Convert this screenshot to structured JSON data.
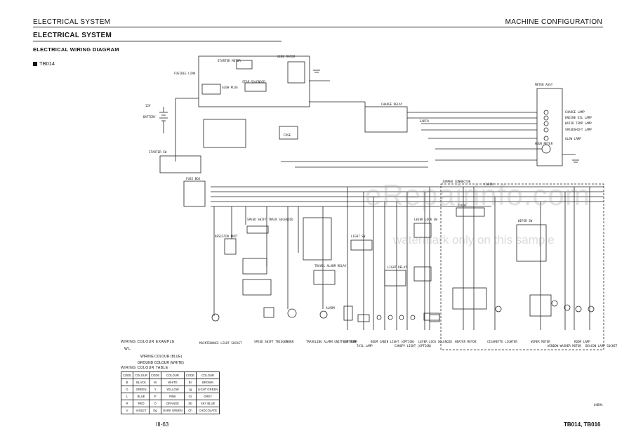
{
  "header": {
    "left": "ELECTRICAL SYSTEM",
    "right": "MACHINE CONFIGURATION"
  },
  "title": "ELECTRICAL SYSTEM",
  "subtitle": "ELECTRICAL WIRING DIAGRAM",
  "model_label": "TB014",
  "footer": {
    "page": "III-63",
    "models": "TB014, TB016"
  },
  "watermark": {
    "main": "eRepairinfo.com",
    "sub": "watermark only on this sample"
  },
  "labels": {
    "starter_motor": "STARTER MOTOR",
    "generator": "GENE RATOR",
    "fusible_link": "FUSIBLE LINK",
    "glow_plug": "GLOW PLUG",
    "stop_solenoid": "STOP SOLENOID",
    "battery": "BATTERY",
    "battery_voltage": "12V",
    "starter_sw": "STARTER SW",
    "fuse_box": "FUSE BOX",
    "charge_relay": "CHARGE RELAY",
    "meter_assy": "METER ASSY",
    "charge_lamp": "CHARGE LAMP",
    "engine_oil_lamp": "ENGINE OIL LAMP",
    "water_temp_lamp": "WATER TEMP LAMP",
    "speed_shift_lamp": "SPEEDSHIFT LAMP",
    "glow_lamp": "GLOW LAMP",
    "hour_meter": "HOUR METER",
    "jumper_connector": "JUMPER CONNECTOR",
    "canopy": "CANOPY",
    "cabin": "CABIN",
    "speed_shift_track_solenoid": "SPEED SHIFT TRACK SOLENOID",
    "resistor_unit": "RESISTOR UNIT",
    "maintenance_light_socket": "MAINTENANCE LIGHT SOCKET",
    "speed_shift_trigger": "SPEED SHIFT TRIGGER",
    "horn": "HORN",
    "traveling_alarm_unit": "TRAVELING ALARM UNIT (OPTION)",
    "travel_alarm_relay": "TRAVEL ALARM RELAY",
    "feed_pump": "FEED PUMP",
    "tail_lamp": "TAIL LAMP",
    "boom_cabin_light": "BOOM CABIN LIGHT (OPTION)",
    "canopy_light": "CANOPY LIGHT (OPTION)",
    "light_sw": "LIGHT SW",
    "light_relay": "LIGHT RELAY",
    "lever_lock_solenoid": "LEVER LOCK SOLENOID",
    "lever_lock_sw": "LEVER LOCK SW",
    "heater_motor": "HEATER MOTOR",
    "cigarette_lighter": "CIGARETTE LIGHTER",
    "wiper_motor": "WIPER MOTOR",
    "window_washer_motor": "WINDOW WASHER MOTOR",
    "wiper_sw": "WIPER SW",
    "room_lamp": "ROOM LAMP",
    "beacon_lamp_socket": "BEACON LAMP SOCKET",
    "alarm": "ALARM",
    "diode": "DIODE",
    "fuse": "FUSE",
    "earth": "EARTH",
    "figure_code": "04B94"
  },
  "legend": {
    "title": "WIRING COLOUR EXAMPLE",
    "example": "W  L",
    "line1": "WIRING COLOUR (BLUE)",
    "line2": "GROUND COLOUR (WHITE)",
    "table_title": "WIRING COLOUR TABLE"
  },
  "colour_table": {
    "headers": [
      "CODE",
      "COLOUR",
      "CODE",
      "COLOUR",
      "CODE",
      "COLOUR"
    ],
    "rows": [
      [
        "B",
        "BLACK",
        "W",
        "WHITE",
        "Br",
        "BROWN"
      ],
      [
        "G",
        "GREEN",
        "Y",
        "YELLOW",
        "Lg",
        "LIGHT GREEN"
      ],
      [
        "L",
        "BLUE",
        "P",
        "PINK",
        "Gr",
        "GREY"
      ],
      [
        "R",
        "RED",
        "O",
        "ORANGE",
        "Sb",
        "SKY BLUE"
      ],
      [
        "V",
        "VIOLET",
        "Dg",
        "DARK GREEN",
        "Ch",
        "CHOCOLATE"
      ]
    ]
  }
}
